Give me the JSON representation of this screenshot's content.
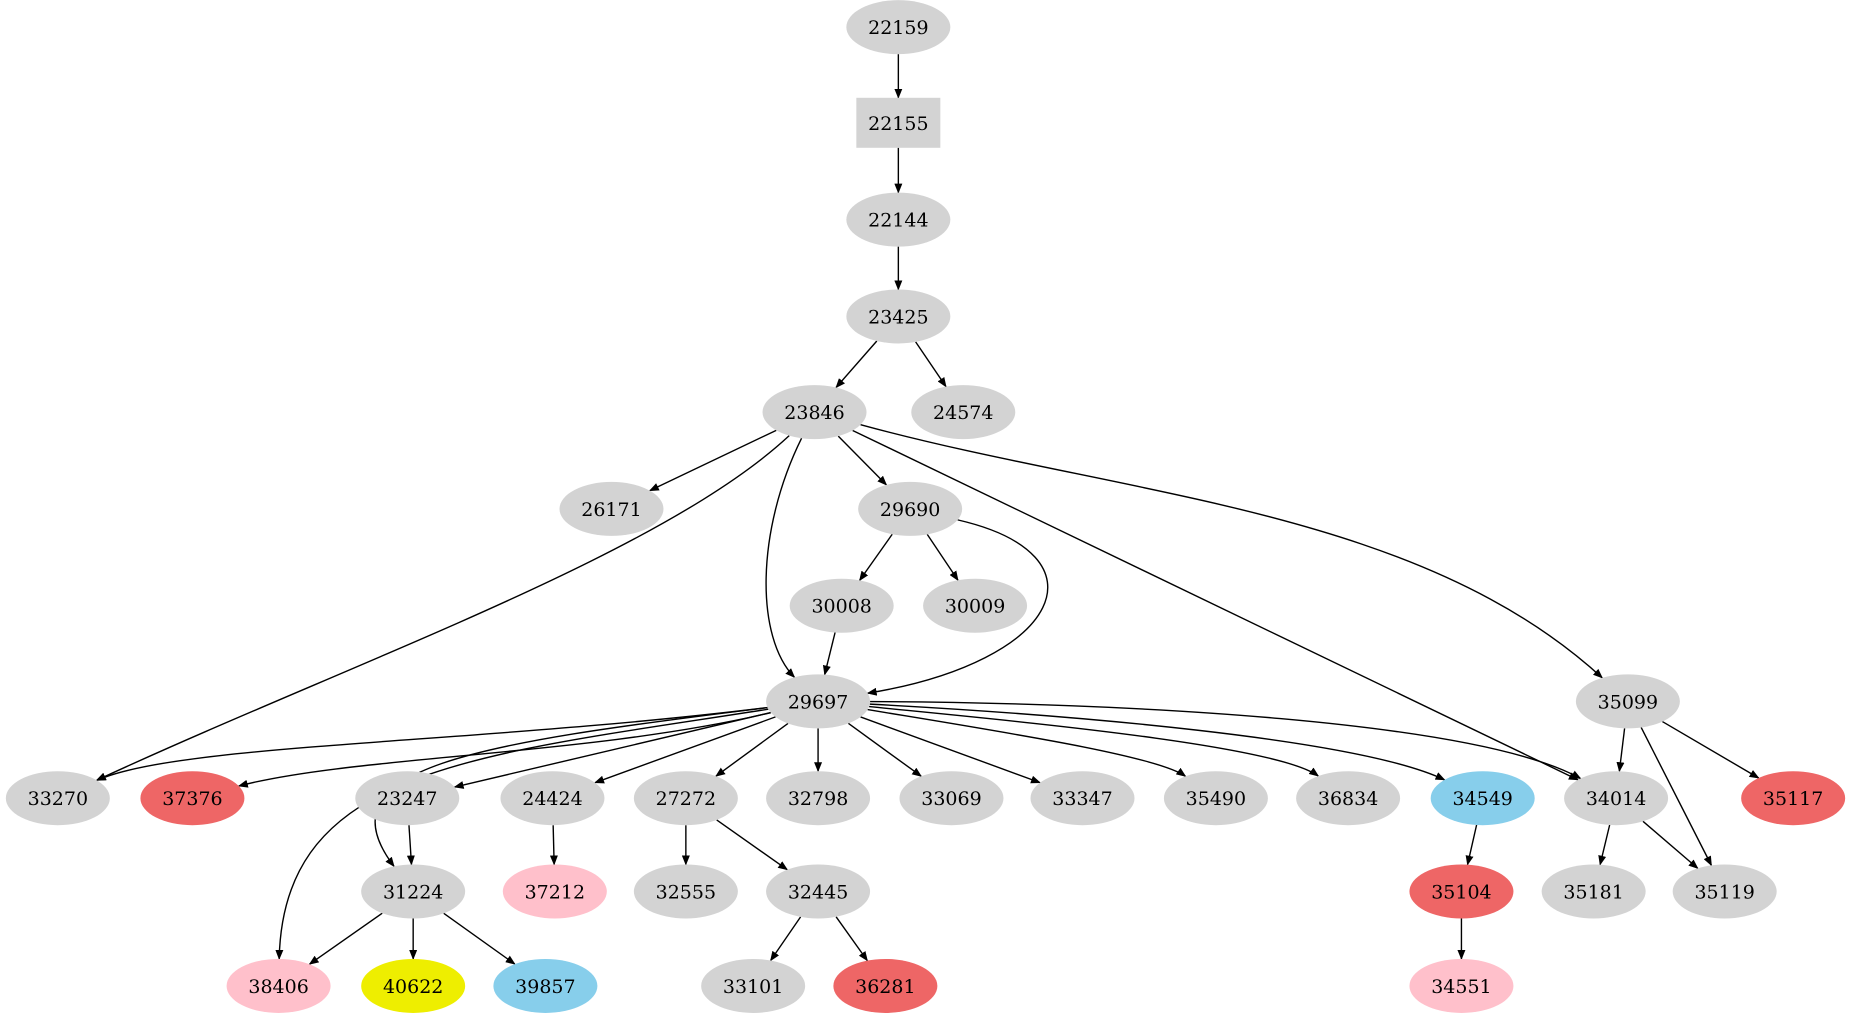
{
  "graph": {
    "type": "directed",
    "colors": {
      "default": "#d3d3d3",
      "red": "#ee6666",
      "pink": "#ffc0cb",
      "blue": "#87ceeb",
      "yellow": "#eeee00"
    },
    "nodes": [
      {
        "id": "22159",
        "color": "default",
        "shape": "ellipse"
      },
      {
        "id": "22155",
        "color": "default",
        "shape": "box"
      },
      {
        "id": "22144",
        "color": "default",
        "shape": "ellipse"
      },
      {
        "id": "23425",
        "color": "default",
        "shape": "ellipse"
      },
      {
        "id": "23846",
        "color": "default",
        "shape": "ellipse"
      },
      {
        "id": "24574",
        "color": "default",
        "shape": "ellipse"
      },
      {
        "id": "26171",
        "color": "default",
        "shape": "ellipse"
      },
      {
        "id": "29690",
        "color": "default",
        "shape": "ellipse"
      },
      {
        "id": "30008",
        "color": "default",
        "shape": "ellipse"
      },
      {
        "id": "30009",
        "color": "default",
        "shape": "ellipse"
      },
      {
        "id": "29697",
        "color": "default",
        "shape": "ellipse"
      },
      {
        "id": "35099",
        "color": "default",
        "shape": "ellipse"
      },
      {
        "id": "33270",
        "color": "default",
        "shape": "ellipse"
      },
      {
        "id": "37376",
        "color": "red",
        "shape": "ellipse"
      },
      {
        "id": "23247",
        "color": "default",
        "shape": "ellipse"
      },
      {
        "id": "24424",
        "color": "default",
        "shape": "ellipse"
      },
      {
        "id": "27272",
        "color": "default",
        "shape": "ellipse"
      },
      {
        "id": "32798",
        "color": "default",
        "shape": "ellipse"
      },
      {
        "id": "33069",
        "color": "default",
        "shape": "ellipse"
      },
      {
        "id": "33347",
        "color": "default",
        "shape": "ellipse"
      },
      {
        "id": "35490",
        "color": "default",
        "shape": "ellipse"
      },
      {
        "id": "36834",
        "color": "default",
        "shape": "ellipse"
      },
      {
        "id": "34549",
        "color": "blue",
        "shape": "ellipse"
      },
      {
        "id": "34014",
        "color": "default",
        "shape": "ellipse"
      },
      {
        "id": "35117",
        "color": "red",
        "shape": "ellipse"
      },
      {
        "id": "31224",
        "color": "default",
        "shape": "ellipse"
      },
      {
        "id": "37212",
        "color": "pink",
        "shape": "ellipse"
      },
      {
        "id": "32555",
        "color": "default",
        "shape": "ellipse"
      },
      {
        "id": "32445",
        "color": "default",
        "shape": "ellipse"
      },
      {
        "id": "35104",
        "color": "red",
        "shape": "ellipse"
      },
      {
        "id": "35181",
        "color": "default",
        "shape": "ellipse"
      },
      {
        "id": "35119",
        "color": "default",
        "shape": "ellipse"
      },
      {
        "id": "38406",
        "color": "pink",
        "shape": "ellipse"
      },
      {
        "id": "40622",
        "color": "yellow",
        "shape": "ellipse"
      },
      {
        "id": "39857",
        "color": "blue",
        "shape": "ellipse"
      },
      {
        "id": "33101",
        "color": "default",
        "shape": "ellipse"
      },
      {
        "id": "36281",
        "color": "red",
        "shape": "ellipse"
      },
      {
        "id": "34551",
        "color": "pink",
        "shape": "ellipse"
      }
    ],
    "edges": [
      [
        "22159",
        "22155"
      ],
      [
        "22155",
        "22144"
      ],
      [
        "22144",
        "23425"
      ],
      [
        "23425",
        "23846"
      ],
      [
        "23425",
        "24574"
      ],
      [
        "23846",
        "26171"
      ],
      [
        "23846",
        "29690"
      ],
      [
        "23846",
        "33270"
      ],
      [
        "23846",
        "29697"
      ],
      [
        "23846",
        "34014"
      ],
      [
        "23846",
        "35099"
      ],
      [
        "29690",
        "30008"
      ],
      [
        "29690",
        "30009"
      ],
      [
        "29690",
        "29697"
      ],
      [
        "30008",
        "29697"
      ],
      [
        "29697",
        "33270"
      ],
      [
        "29697",
        "37376"
      ],
      [
        "29697",
        "38406"
      ],
      [
        "29697",
        "31224"
      ],
      [
        "29697",
        "23247"
      ],
      [
        "29697",
        "24424"
      ],
      [
        "29697",
        "27272"
      ],
      [
        "29697",
        "32798"
      ],
      [
        "29697",
        "33069"
      ],
      [
        "29697",
        "33347"
      ],
      [
        "29697",
        "35490"
      ],
      [
        "29697",
        "36834"
      ],
      [
        "29697",
        "34549"
      ],
      [
        "29697",
        "34014"
      ],
      [
        "35099",
        "34014"
      ],
      [
        "35099",
        "35119"
      ],
      [
        "35099",
        "35117"
      ],
      [
        "23247",
        "31224"
      ],
      [
        "24424",
        "37212"
      ],
      [
        "27272",
        "32555"
      ],
      [
        "27272",
        "32445"
      ],
      [
        "34549",
        "35104"
      ],
      [
        "34014",
        "35181"
      ],
      [
        "34014",
        "35119"
      ],
      [
        "31224",
        "38406"
      ],
      [
        "31224",
        "40622"
      ],
      [
        "31224",
        "39857"
      ],
      [
        "32445",
        "33101"
      ],
      [
        "32445",
        "36281"
      ],
      [
        "35104",
        "34551"
      ]
    ]
  }
}
